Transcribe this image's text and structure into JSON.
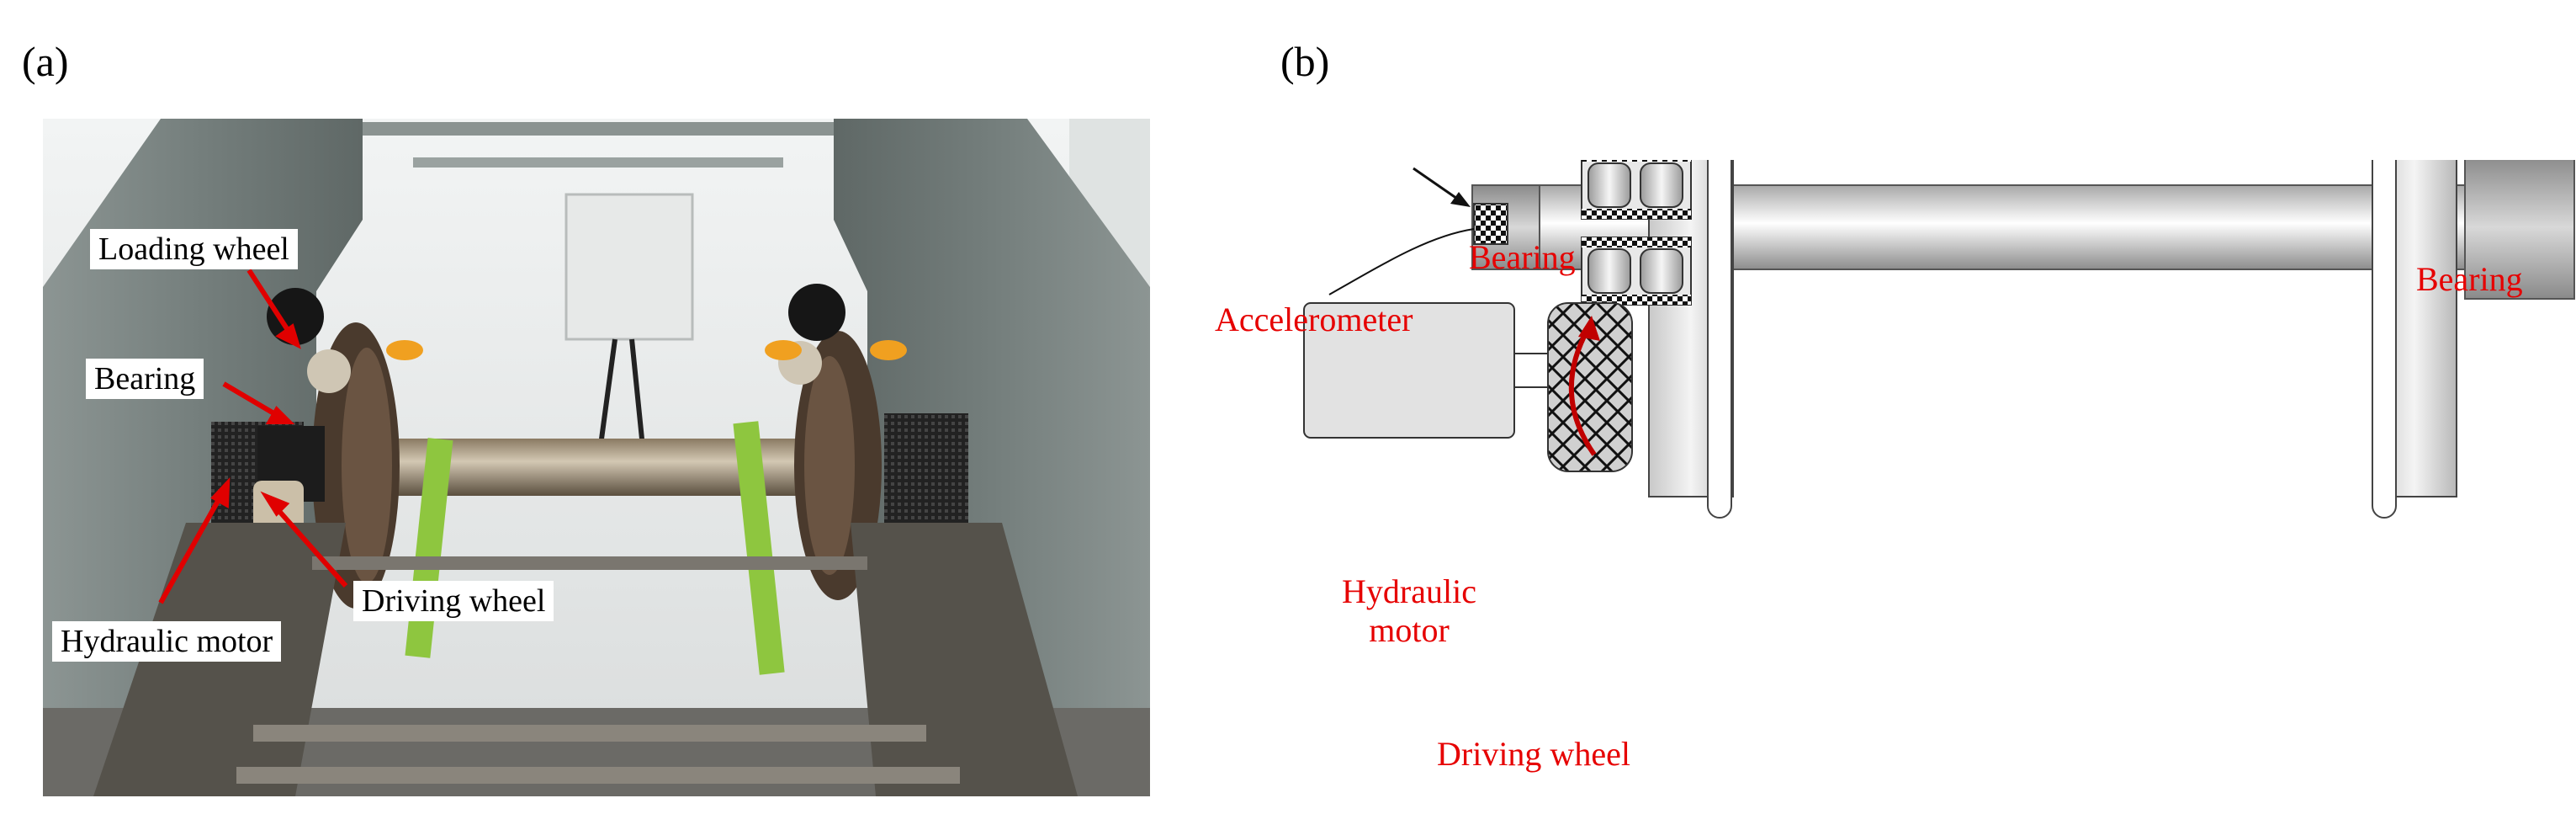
{
  "panels": {
    "a": {
      "label": "(a)",
      "callouts": {
        "loading_wheel": "Loading wheel",
        "bearing": "Bearing",
        "hydraulic_motor": "Hydraulic motor",
        "driving_wheel": "Driving wheel"
      }
    },
    "b": {
      "label": "(b)",
      "labels": {
        "bearing_left": "Bearing",
        "bearing_right": "Bearing",
        "accelerometer": "Accelerometer",
        "hydraulic_motor_line1": "Hydraulic",
        "hydraulic_motor_line2": "motor",
        "driving_wheel": "Driving wheel"
      }
    }
  },
  "colors": {
    "label_red": "#e60000",
    "arrow_red": "#e60000",
    "machine_gray": "#7c8683",
    "wall": "#e9ecec"
  }
}
